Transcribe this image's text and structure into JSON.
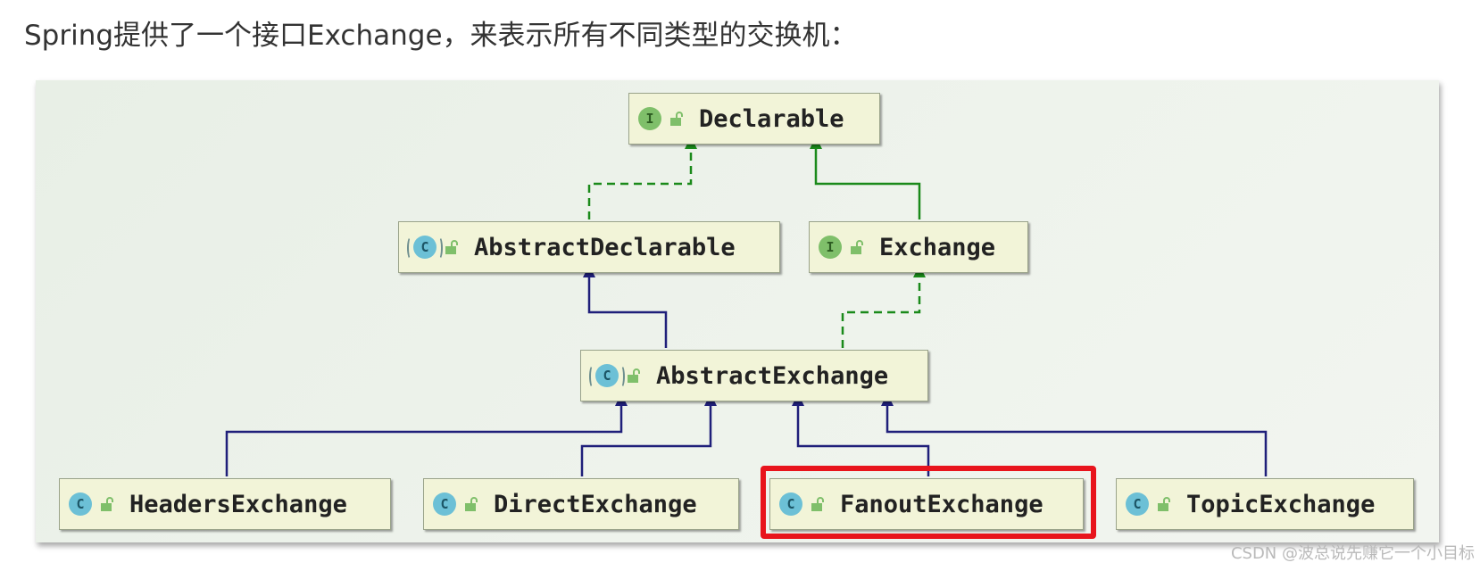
{
  "heading": "Spring提供了一个接口Exchange，来表示所有不同类型的交换机：",
  "watermark": "CSDN @波总说先赚它一个小目标",
  "diagram": {
    "nodes": {
      "declarable": {
        "label": "Declarable",
        "badge": "I",
        "kind": "interface"
      },
      "abstract_declarable": {
        "label": "AbstractDeclarable",
        "badge": "C",
        "kind": "abstract-class"
      },
      "exchange": {
        "label": "Exchange",
        "badge": "I",
        "kind": "interface"
      },
      "abstract_exchange": {
        "label": "AbstractExchange",
        "badge": "C",
        "kind": "abstract-class"
      },
      "headers_exchange": {
        "label": "HeadersExchange",
        "badge": "C",
        "kind": "class"
      },
      "direct_exchange": {
        "label": "DirectExchange",
        "badge": "C",
        "kind": "class"
      },
      "fanout_exchange": {
        "label": "FanoutExchange",
        "badge": "C",
        "kind": "class",
        "highlighted": true
      },
      "topic_exchange": {
        "label": "TopicExchange",
        "badge": "C",
        "kind": "class"
      }
    },
    "relations": [
      {
        "from": "abstract_declarable",
        "to": "declarable",
        "type": "implements"
      },
      {
        "from": "exchange",
        "to": "declarable",
        "type": "extends-interface"
      },
      {
        "from": "abstract_exchange",
        "to": "abstract_declarable",
        "type": "extends"
      },
      {
        "from": "abstract_exchange",
        "to": "exchange",
        "type": "implements"
      },
      {
        "from": "headers_exchange",
        "to": "abstract_exchange",
        "type": "extends"
      },
      {
        "from": "direct_exchange",
        "to": "abstract_exchange",
        "type": "extends"
      },
      {
        "from": "fanout_exchange",
        "to": "abstract_exchange",
        "type": "extends"
      },
      {
        "from": "topic_exchange",
        "to": "abstract_exchange",
        "type": "extends"
      }
    ],
    "colors": {
      "node_fill": "#f2f4d8",
      "extends_edge": "#1f1f7a",
      "implements_edge": "#1a8a1a",
      "highlight": "#e8141c",
      "interface_badge": "#7fbf6a",
      "class_badge": "#6cc0d6"
    }
  }
}
